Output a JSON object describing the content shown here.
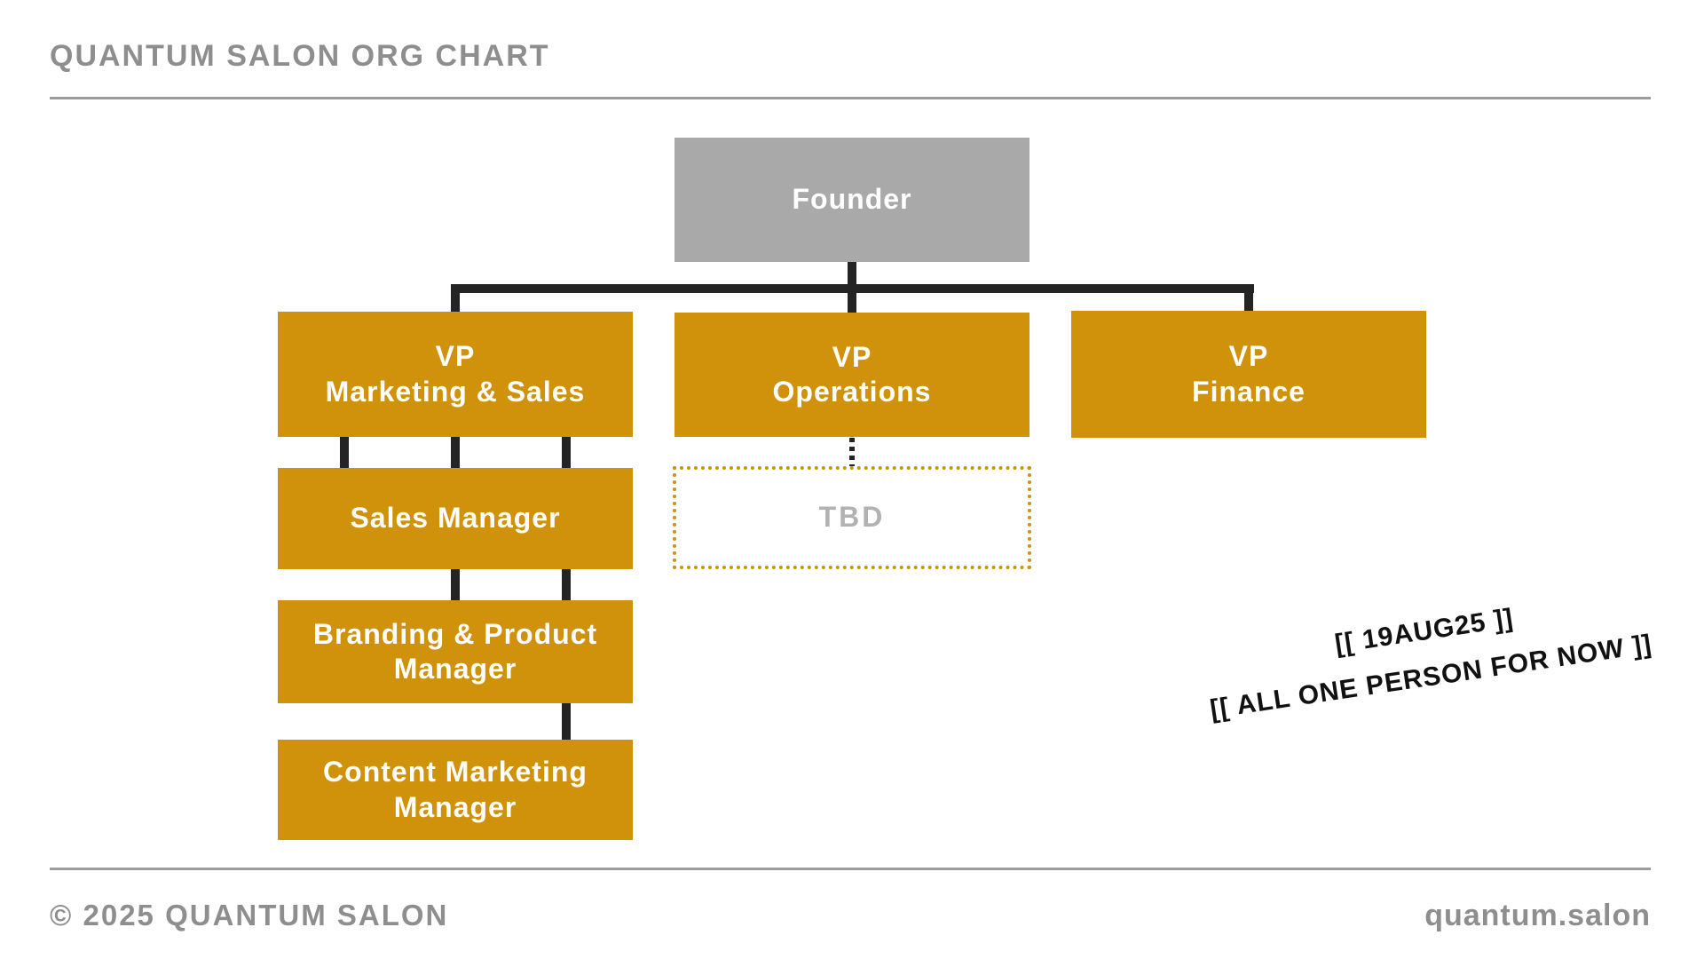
{
  "page": {
    "title": "QUANTUM SALON ORG CHART",
    "footer_copyright": "© 2025 QUANTUM SALON",
    "footer_site": "quantum.salon"
  },
  "annotation": {
    "line1": "[[ 19AUG25 ]]",
    "line2": "[[ ALL ONE PERSON FOR NOW ]]"
  },
  "nodes": {
    "founder": {
      "line1": "Founder"
    },
    "vp_marketing": {
      "line1": "VP",
      "line2": "Marketing & Sales"
    },
    "vp_operations": {
      "line1": "VP",
      "line2": "Operations"
    },
    "vp_finance": {
      "line1": "VP",
      "line2": "Finance"
    },
    "sales_manager": {
      "line1": "Sales Manager"
    },
    "branding_product_manager": {
      "line1": "Branding & Product",
      "line2": "Manager"
    },
    "content_marketing_manager": {
      "line1": "Content Marketing",
      "line2": "Manager"
    },
    "tbd": {
      "line1": "TBD"
    }
  },
  "colors": {
    "accent_orange": "#D0910B",
    "founder_gray": "#A9A9A9",
    "connector_black": "#242424",
    "muted_gray_text": "#8E8E8E",
    "tbd_text_gray": "#B2B2B2",
    "rule_gray": "#9C9C9C"
  },
  "chart_data": {
    "type": "org-chart",
    "title": "QUANTUM SALON ORG CHART",
    "hierarchy": {
      "label": "Founder",
      "style": "gray-solid",
      "children": [
        {
          "label": "VP Marketing & Sales",
          "style": "orange-solid",
          "children": [
            {
              "label": "Sales Manager",
              "style": "orange-solid",
              "parallel_connectors_from_parent": 3,
              "children": [
                {
                  "label": "Branding & Product Manager",
                  "style": "orange-solid",
                  "parallel_connectors_from_parent": 2,
                  "children": [
                    {
                      "label": "Content Marketing Manager",
                      "style": "orange-solid",
                      "parallel_connectors_from_parent": 1
                    }
                  ]
                }
              ]
            }
          ]
        },
        {
          "label": "VP Operations",
          "style": "orange-solid",
          "children": [
            {
              "label": "TBD",
              "style": "orange-dotted-outline",
              "connector_style": "dotted"
            }
          ]
        },
        {
          "label": "VP Finance",
          "style": "orange-solid"
        }
      ]
    },
    "annotations": [
      "[[ 19AUG25 ]]",
      "[[ ALL ONE PERSON FOR NOW ]]"
    ],
    "footer": {
      "left": "© 2025 QUANTUM SALON",
      "right": "quantum.salon"
    }
  }
}
